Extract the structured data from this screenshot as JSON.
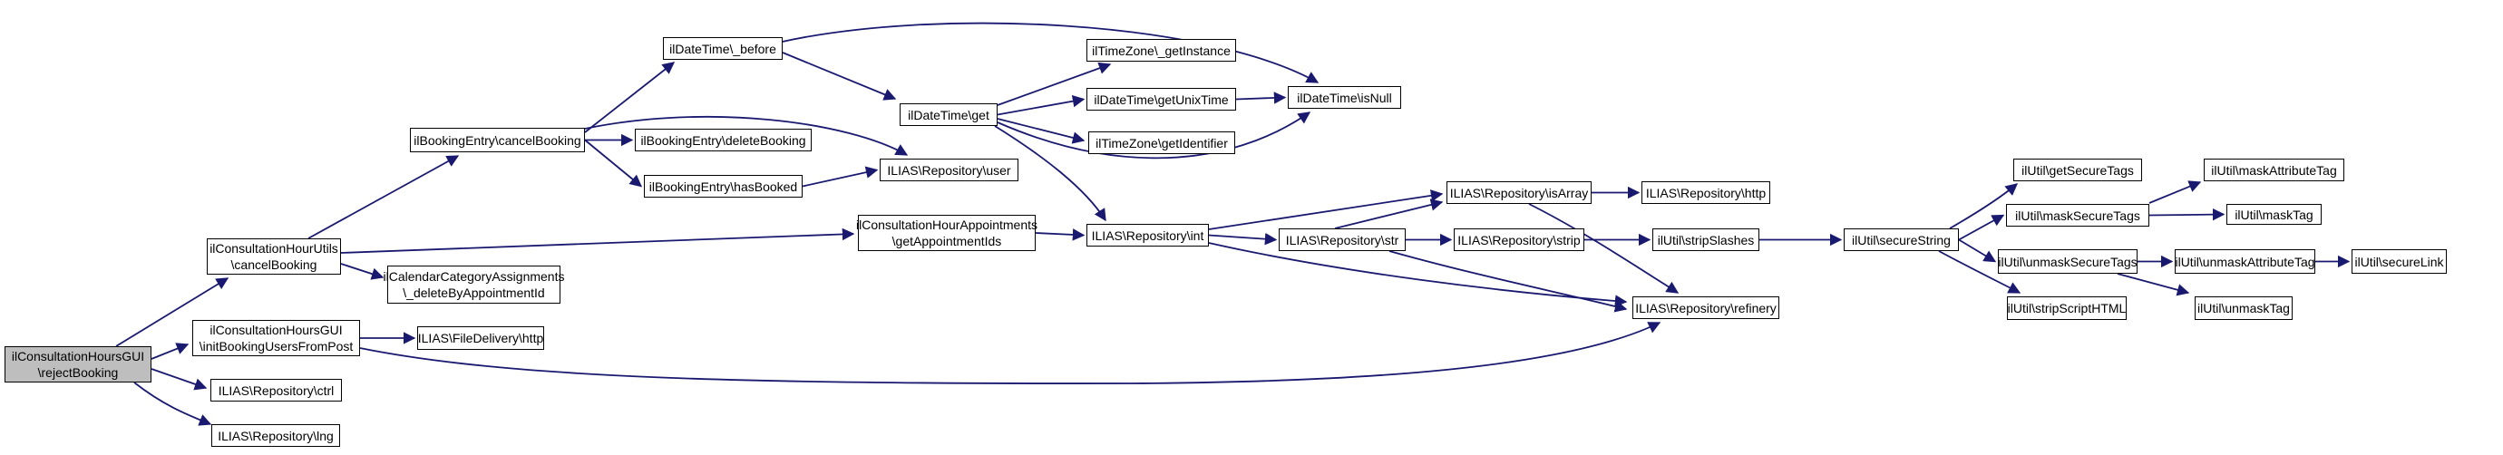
{
  "diagram": {
    "type": "call-graph",
    "colors": {
      "edge": "#191970",
      "node_border": "#000000",
      "node_fill": "#ffffff",
      "root_fill": "#bebebe",
      "background": "#ffffff"
    },
    "nodes": [
      {
        "id": "rejectBooking",
        "root": true,
        "label": "ilConsultationHoursGUI\n\\rejectBooking"
      },
      {
        "id": "hourUtilsCancelBooking",
        "root": false,
        "label": "ilConsultationHourUtils\n\\cancelBooking"
      },
      {
        "id": "initBookingUsersFromPost",
        "root": false,
        "label": "ilConsultationHoursGUI\n\\initBookingUsersFromPost"
      },
      {
        "id": "repoCtrl",
        "root": false,
        "label": "ILIAS\\Repository\\ctrl"
      },
      {
        "id": "repoLng",
        "root": false,
        "label": "ILIAS\\Repository\\lng"
      },
      {
        "id": "bookingEntryCancelBooking",
        "root": false,
        "label": "ilBookingEntry\\cancelBooking"
      },
      {
        "id": "dtBefore",
        "root": false,
        "label": "ilDateTime\\_before"
      },
      {
        "id": "deleteBooking",
        "root": false,
        "label": "ilBookingEntry\\deleteBooking"
      },
      {
        "id": "hasBooked",
        "root": false,
        "label": "ilBookingEntry\\hasBooked"
      },
      {
        "id": "repoUser",
        "root": false,
        "label": "ILIAS\\Repository\\user"
      },
      {
        "id": "dtGet",
        "root": false,
        "label": "ilDateTime\\get"
      },
      {
        "id": "tzGetInstance",
        "root": false,
        "label": "ilTimeZone\\_getInstance"
      },
      {
        "id": "dtGetUnixTime",
        "root": false,
        "label": "ilDateTime\\getUnixTime"
      },
      {
        "id": "tzGetIdentifier",
        "root": false,
        "label": "ilTimeZone\\getIdentifier"
      },
      {
        "id": "dtIsNull",
        "root": false,
        "label": "ilDateTime\\isNull"
      },
      {
        "id": "getAppointmentIds",
        "root": false,
        "label": "ilConsultationHourAppointments\n\\getAppointmentIds"
      },
      {
        "id": "repoInt",
        "root": false,
        "label": "ILIAS\\Repository\\int"
      },
      {
        "id": "deleteByAppointmentId",
        "root": false,
        "label": "ilCalendarCategoryAssignments\n\\_deleteByAppointmentId"
      },
      {
        "id": "fileDeliveryHttp",
        "root": false,
        "label": "ILIAS\\FileDelivery\\http"
      },
      {
        "id": "repoStr",
        "root": false,
        "label": "ILIAS\\Repository\\str"
      },
      {
        "id": "repoIsArray",
        "root": false,
        "label": "ILIAS\\Repository\\isArray"
      },
      {
        "id": "repoHttp",
        "root": false,
        "label": "ILIAS\\Repository\\http"
      },
      {
        "id": "repoStrip",
        "root": false,
        "label": "ILIAS\\Repository\\strip"
      },
      {
        "id": "stripSlashes",
        "root": false,
        "label": "ilUtil\\stripSlashes"
      },
      {
        "id": "repoRefinery",
        "root": false,
        "label": "ILIAS\\Repository\\refinery"
      },
      {
        "id": "secureString",
        "root": false,
        "label": "ilUtil\\secureString"
      },
      {
        "id": "getSecureTags",
        "root": false,
        "label": "ilUtil\\getSecureTags"
      },
      {
        "id": "maskSecureTags",
        "root": false,
        "label": "ilUtil\\maskSecureTags"
      },
      {
        "id": "unmaskSecureTags",
        "root": false,
        "label": "ilUtil\\unmaskSecureTags"
      },
      {
        "id": "stripScriptHTML",
        "root": false,
        "label": "ilUtil\\stripScriptHTML"
      },
      {
        "id": "maskAttributeTag",
        "root": false,
        "label": "ilUtil\\maskAttributeTag"
      },
      {
        "id": "maskTag",
        "root": false,
        "label": "ilUtil\\maskTag"
      },
      {
        "id": "unmaskAttributeTag",
        "root": false,
        "label": "ilUtil\\unmaskAttributeTag"
      },
      {
        "id": "unmaskTag",
        "root": false,
        "label": "ilUtil\\unmaskTag"
      },
      {
        "id": "secureLink",
        "root": false,
        "label": "ilUtil\\secureLink"
      }
    ],
    "edges": [
      {
        "from": "rejectBooking",
        "to": "hourUtilsCancelBooking"
      },
      {
        "from": "rejectBooking",
        "to": "initBookingUsersFromPost"
      },
      {
        "from": "rejectBooking",
        "to": "repoCtrl"
      },
      {
        "from": "rejectBooking",
        "to": "repoLng"
      },
      {
        "from": "hourUtilsCancelBooking",
        "to": "bookingEntryCancelBooking"
      },
      {
        "from": "hourUtilsCancelBooking",
        "to": "getAppointmentIds"
      },
      {
        "from": "hourUtilsCancelBooking",
        "to": "deleteByAppointmentId"
      },
      {
        "from": "bookingEntryCancelBooking",
        "to": "dtBefore"
      },
      {
        "from": "bookingEntryCancelBooking",
        "to": "deleteBooking"
      },
      {
        "from": "bookingEntryCancelBooking",
        "to": "hasBooked"
      },
      {
        "from": "bookingEntryCancelBooking",
        "to": "repoUser"
      },
      {
        "from": "dtBefore",
        "to": "dtGet"
      },
      {
        "from": "dtBefore",
        "to": "dtIsNull"
      },
      {
        "from": "dtGet",
        "to": "tzGetInstance"
      },
      {
        "from": "dtGet",
        "to": "dtGetUnixTime"
      },
      {
        "from": "dtGet",
        "to": "tzGetIdentifier"
      },
      {
        "from": "dtGet",
        "to": "dtIsNull"
      },
      {
        "from": "dtGet",
        "to": "repoInt"
      },
      {
        "from": "dtGetUnixTime",
        "to": "dtIsNull"
      },
      {
        "from": "hasBooked",
        "to": "repoUser"
      },
      {
        "from": "initBookingUsersFromPost",
        "to": "fileDeliveryHttp"
      },
      {
        "from": "initBookingUsersFromPost",
        "to": "repoRefinery"
      },
      {
        "from": "getAppointmentIds",
        "to": "repoInt"
      },
      {
        "from": "repoInt",
        "to": "repoStr"
      },
      {
        "from": "repoInt",
        "to": "repoIsArray"
      },
      {
        "from": "repoInt",
        "to": "repoRefinery"
      },
      {
        "from": "repoStr",
        "to": "repoIsArray"
      },
      {
        "from": "repoStr",
        "to": "repoStrip"
      },
      {
        "from": "repoStr",
        "to": "repoRefinery"
      },
      {
        "from": "repoIsArray",
        "to": "repoHttp"
      },
      {
        "from": "repoIsArray",
        "to": "repoRefinery"
      },
      {
        "from": "repoStrip",
        "to": "stripSlashes"
      },
      {
        "from": "stripSlashes",
        "to": "secureString"
      },
      {
        "from": "secureString",
        "to": "getSecureTags"
      },
      {
        "from": "secureString",
        "to": "maskSecureTags"
      },
      {
        "from": "secureString",
        "to": "unmaskSecureTags"
      },
      {
        "from": "secureString",
        "to": "stripScriptHTML"
      },
      {
        "from": "maskSecureTags",
        "to": "maskAttributeTag"
      },
      {
        "from": "maskSecureTags",
        "to": "maskTag"
      },
      {
        "from": "unmaskSecureTags",
        "to": "unmaskAttributeTag"
      },
      {
        "from": "unmaskSecureTags",
        "to": "unmaskTag"
      },
      {
        "from": "unmaskAttributeTag",
        "to": "secureLink"
      }
    ]
  }
}
